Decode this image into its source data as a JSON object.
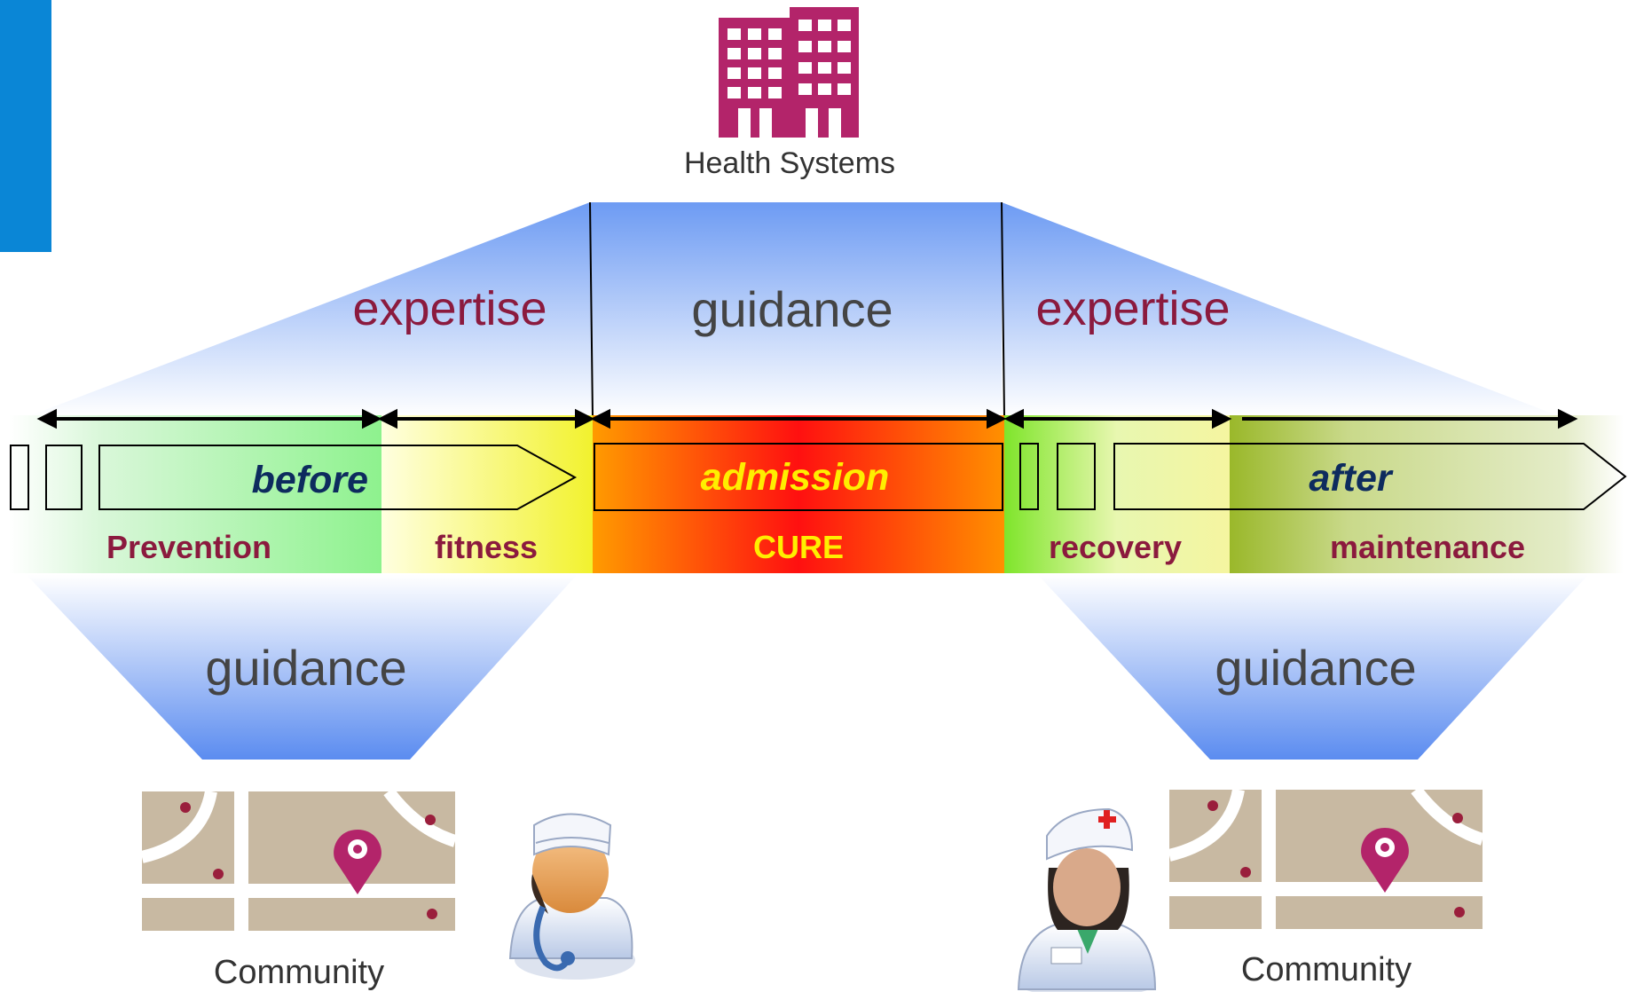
{
  "top": {
    "label": "Health Systems"
  },
  "funnels": {
    "left_expertise": "expertise",
    "center_guidance": "guidance",
    "right_expertise": "expertise",
    "bottom_left_guidance": "guidance",
    "bottom_right_guidance": "guidance"
  },
  "timeline": {
    "before": "before",
    "admission": "admission",
    "after": "after",
    "stages": {
      "prevention": "Prevention",
      "fitness": "fitness",
      "cure": "CURE",
      "recovery": "recovery",
      "maintenance": "maintenance"
    }
  },
  "community_left": {
    "label": "Community"
  },
  "community_right": {
    "label": "Community"
  },
  "colors": {
    "sidebar": "#0a86d6",
    "building": "#b3246a",
    "funnel_blue": "#6d9bf3",
    "label_red": "#8b1a3e",
    "phase_navy": "#0d2b5e",
    "admission_yellow": "#ffee00",
    "map_bg": "#c8b9a2",
    "map_dot": "#9a1e3c"
  },
  "icons": [
    "building-icon",
    "map-pin-icon",
    "doctor-icon",
    "nurse-icon"
  ]
}
